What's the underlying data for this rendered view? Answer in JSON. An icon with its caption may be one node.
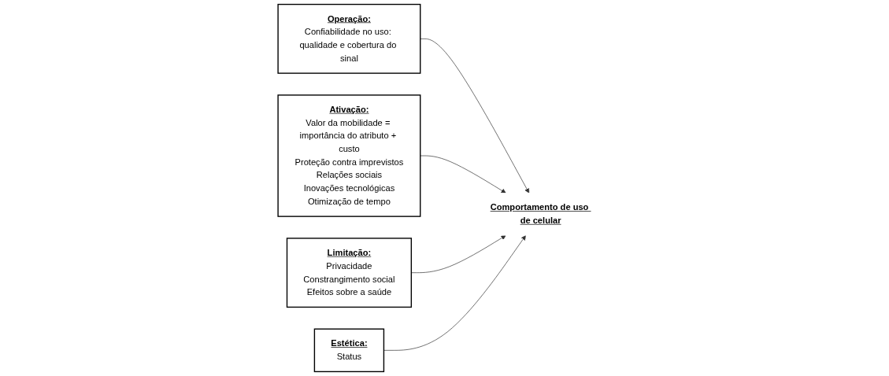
{
  "diagram": {
    "nodes": [
      {
        "text": [
          "Operação:",
          "Confiabilidade no uso: qualidade e cobertura do sinal"
        ]
      },
      {
        "text": [
          "Ativação:",
          "Valor da mobilidade = importância do atributo + custo",
          "Proteção contra imprevistos",
          "Relações sociais",
          "Inovações tecnológicas",
          "Otimização de tempo"
        ]
      },
      {
        "text": [
          "Comportamento de uso de celular"
        ]
      },
      {
        "text": [
          "Limitação:",
          "Privacidade",
          "Constrangimento social",
          "Efeitos sobre a saúde"
        ]
      },
      {
        "text": [
          "Estética:",
          "Status"
        ]
      }
    ],
    "edges": [
      {
        "from": 0,
        "to": 2,
        "arrow": "to"
      },
      {
        "from": 1,
        "to": 2,
        "arrow": "to"
      },
      {
        "from": 3,
        "to": 2,
        "arrow": "to"
      },
      {
        "from": 4,
        "to": 2,
        "arrow": "to"
      }
    ]
  }
}
